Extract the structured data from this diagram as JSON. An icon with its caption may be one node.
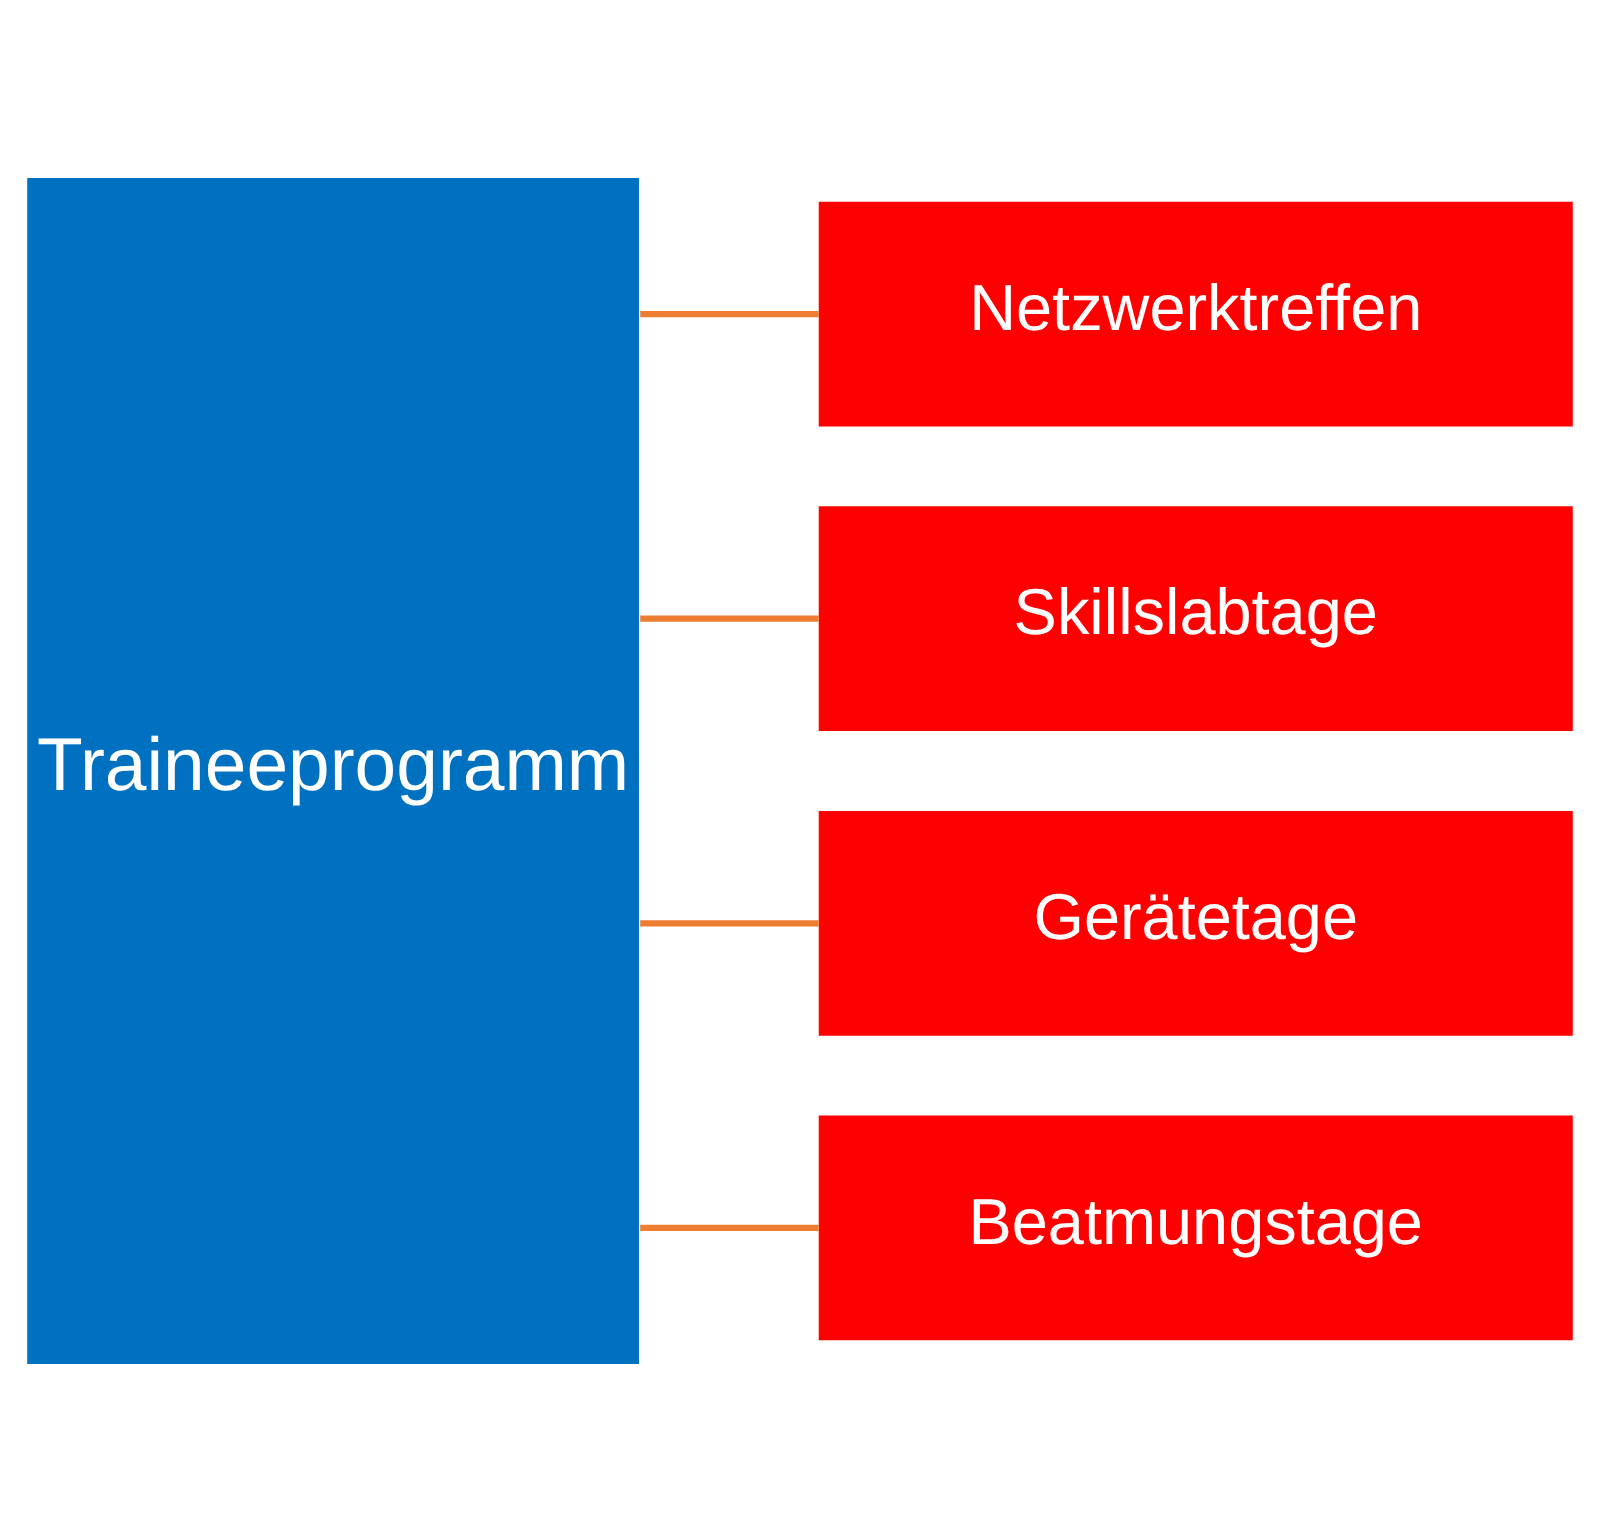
{
  "diagram": {
    "nodes": [
      {
        "text": [
          "Traineeprogramm"
        ]
      },
      {
        "text": [
          "Netzwerktreffen"
        ]
      },
      {
        "text": [
          "Skillslabtage"
        ]
      },
      {
        "text": [
          "Gerätetage"
        ]
      },
      {
        "text": [
          "Beatmungstage"
        ]
      }
    ],
    "edges": [
      {
        "from": 0,
        "to": 1,
        "arrow": "none"
      },
      {
        "from": 0,
        "to": 2,
        "arrow": "none"
      },
      {
        "from": 0,
        "to": 3,
        "arrow": "none"
      },
      {
        "from": 0,
        "to": 4,
        "arrow": "none"
      }
    ]
  }
}
